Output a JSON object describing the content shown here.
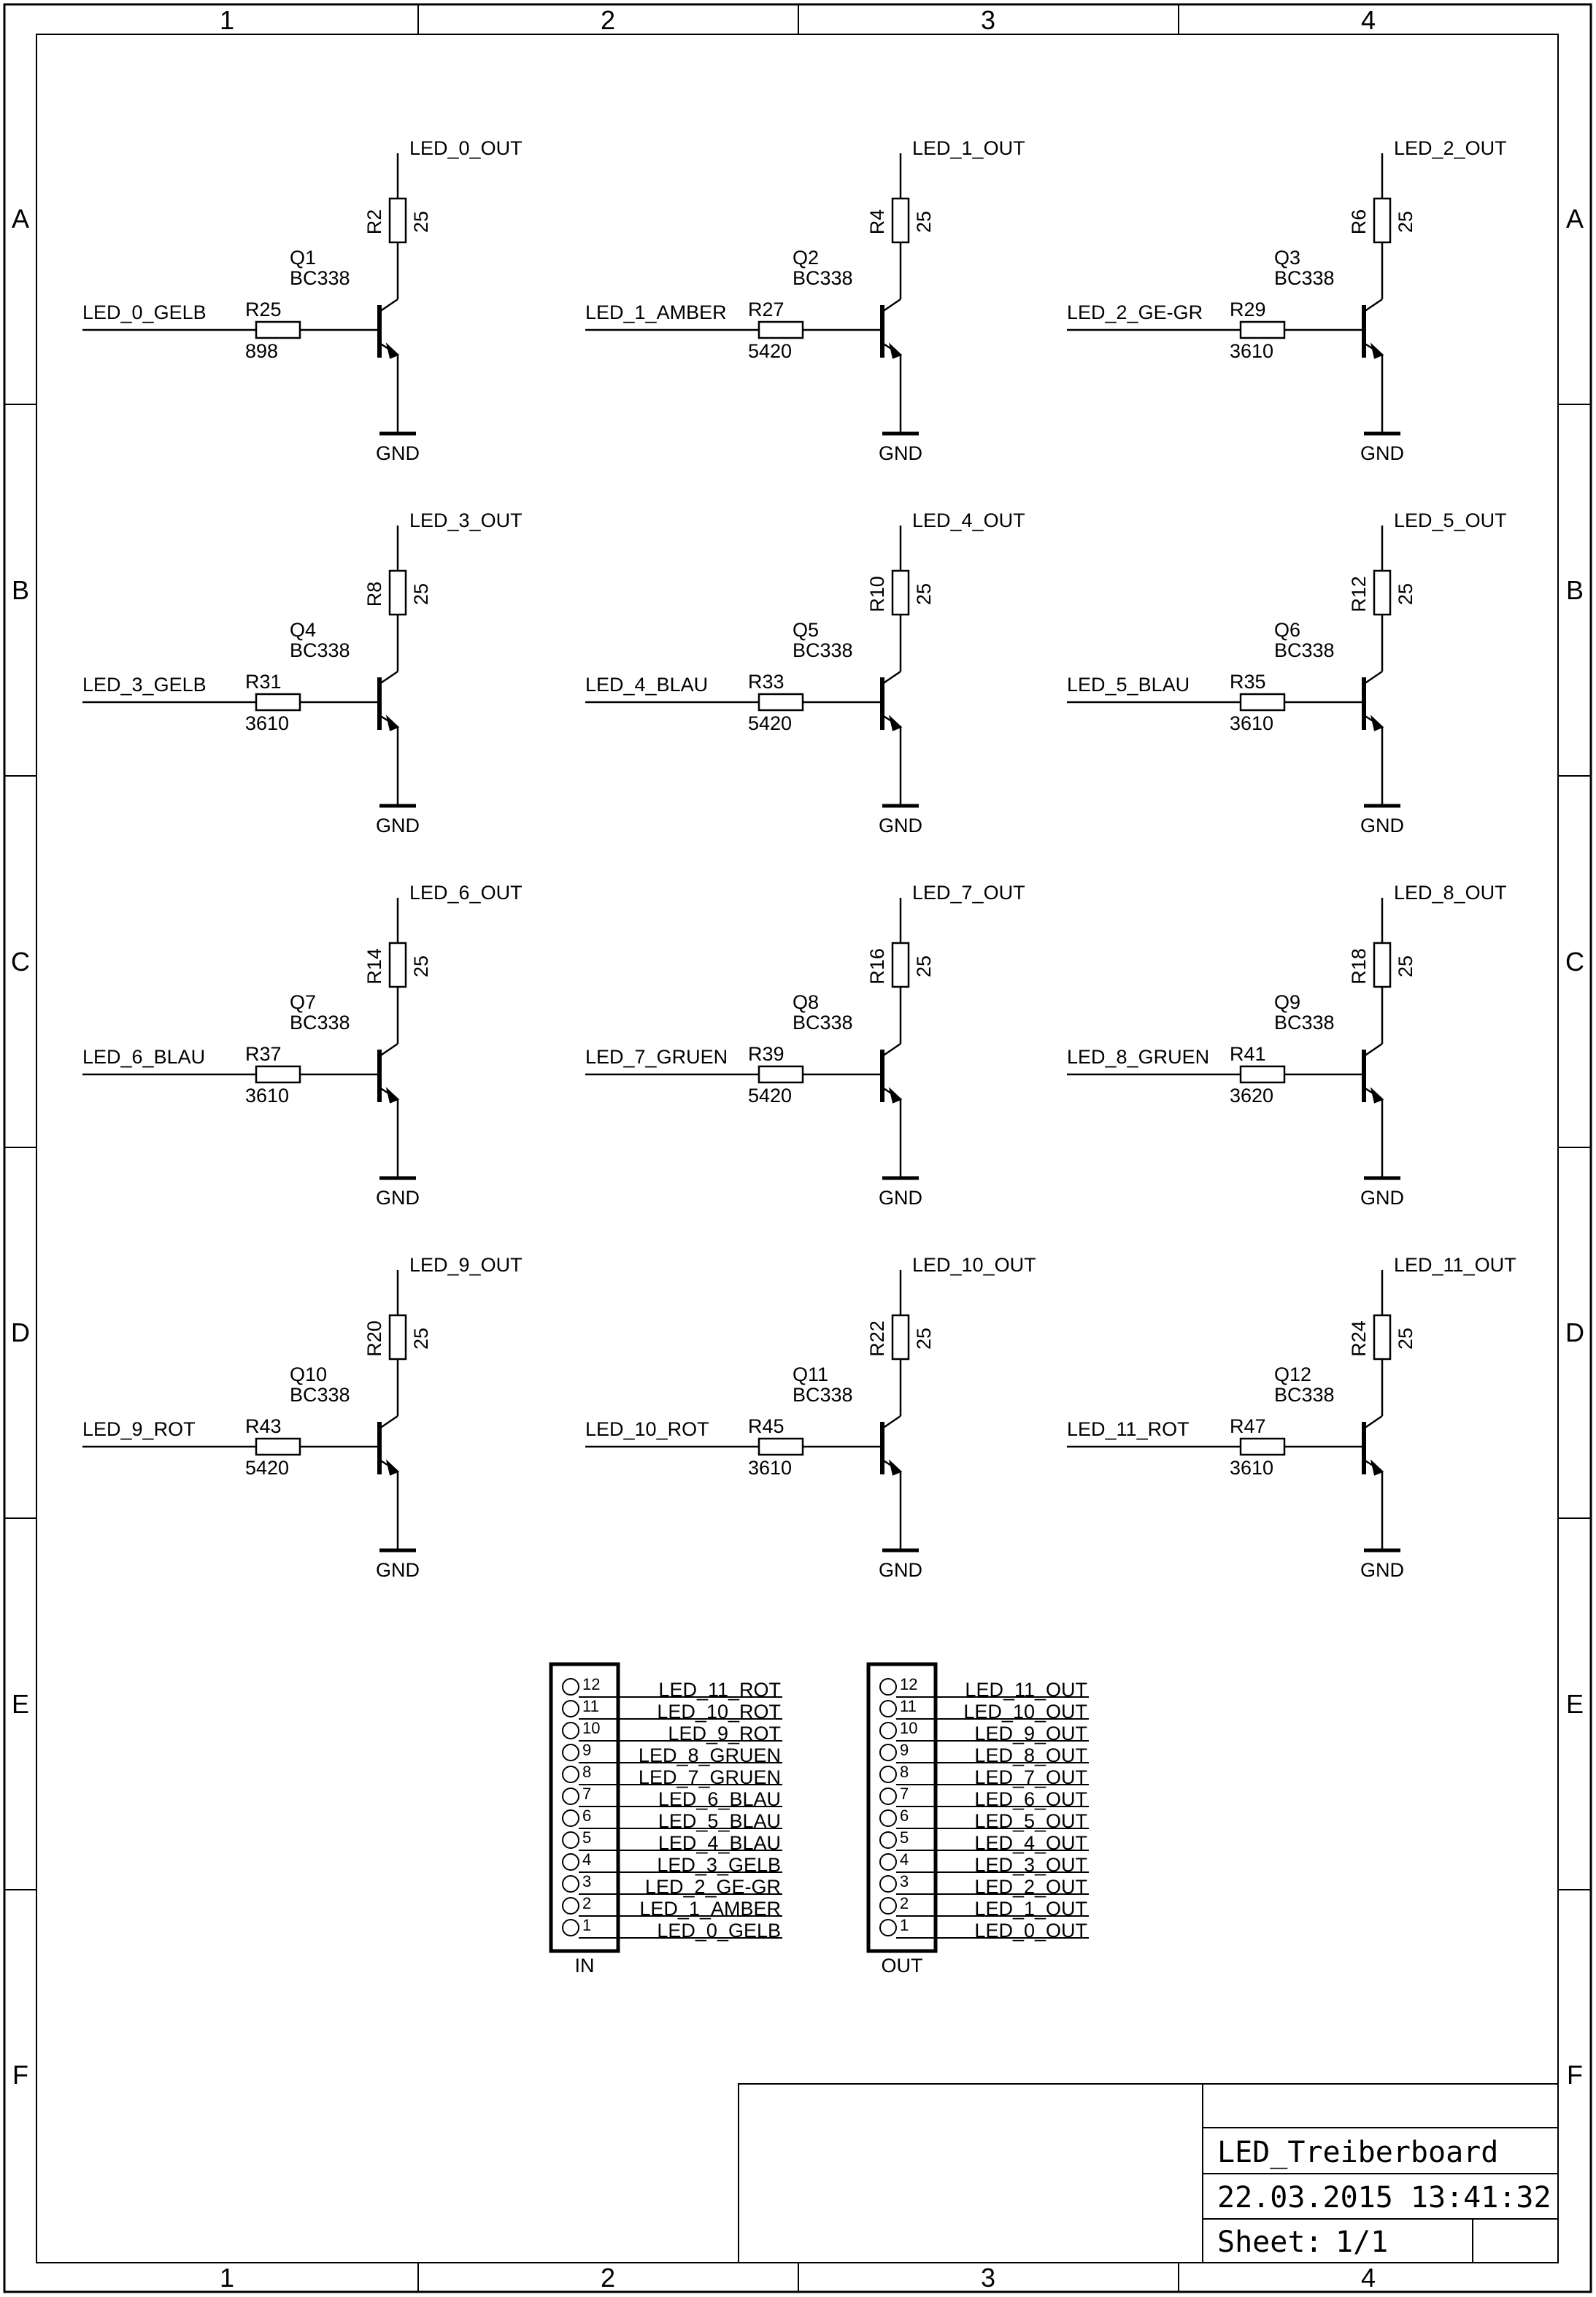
{
  "frame": {
    "columns": [
      "1",
      "2",
      "3",
      "4"
    ],
    "rows": [
      "A",
      "B",
      "C",
      "D",
      "E",
      "F"
    ]
  },
  "stages": [
    {
      "signal": "LED_0_GELB",
      "base_resistor": "R25",
      "base_value": "898",
      "transistor": "Q1",
      "transistor_type": "BC338",
      "collector_resistor": "R2",
      "collector_value": "25",
      "output": "LED_0_OUT",
      "ground": "GND"
    },
    {
      "signal": "LED_1_AMBER",
      "base_resistor": "R27",
      "base_value": "5420",
      "transistor": "Q2",
      "transistor_type": "BC338",
      "collector_resistor": "R4",
      "collector_value": "25",
      "output": "LED_1_OUT",
      "ground": "GND"
    },
    {
      "signal": "LED_2_GE-GR",
      "base_resistor": "R29",
      "base_value": "3610",
      "transistor": "Q3",
      "transistor_type": "BC338",
      "collector_resistor": "R6",
      "collector_value": "25",
      "output": "LED_2_OUT",
      "ground": "GND"
    },
    {
      "signal": "LED_3_GELB",
      "base_resistor": "R31",
      "base_value": "3610",
      "transistor": "Q4",
      "transistor_type": "BC338",
      "collector_resistor": "R8",
      "collector_value": "25",
      "output": "LED_3_OUT",
      "ground": "GND"
    },
    {
      "signal": "LED_4_BLAU",
      "base_resistor": "R33",
      "base_value": "5420",
      "transistor": "Q5",
      "transistor_type": "BC338",
      "collector_resistor": "R10",
      "collector_value": "25",
      "output": "LED_4_OUT",
      "ground": "GND"
    },
    {
      "signal": "LED_5_BLAU",
      "base_resistor": "R35",
      "base_value": "3610",
      "transistor": "Q6",
      "transistor_type": "BC338",
      "collector_resistor": "R12",
      "collector_value": "25",
      "output": "LED_5_OUT",
      "ground": "GND"
    },
    {
      "signal": "LED_6_BLAU",
      "base_resistor": "R37",
      "base_value": "3610",
      "transistor": "Q7",
      "transistor_type": "BC338",
      "collector_resistor": "R14",
      "collector_value": "25",
      "output": "LED_6_OUT",
      "ground": "GND"
    },
    {
      "signal": "LED_7_GRUEN",
      "base_resistor": "R39",
      "base_value": "5420",
      "transistor": "Q8",
      "transistor_type": "BC338",
      "collector_resistor": "R16",
      "collector_value": "25",
      "output": "LED_7_OUT",
      "ground": "GND"
    },
    {
      "signal": "LED_8_GRUEN",
      "base_resistor": "R41",
      "base_value": "3620",
      "transistor": "Q9",
      "transistor_type": "BC338",
      "collector_resistor": "R18",
      "collector_value": "25",
      "output": "LED_8_OUT",
      "ground": "GND"
    },
    {
      "signal": "LED_9_ROT",
      "base_resistor": "R43",
      "base_value": "5420",
      "transistor": "Q10",
      "transistor_type": "BC338",
      "collector_resistor": "R20",
      "collector_value": "25",
      "output": "LED_9_OUT",
      "ground": "GND"
    },
    {
      "signal": "LED_10_ROT",
      "base_resistor": "R45",
      "base_value": "3610",
      "transistor": "Q11",
      "transistor_type": "BC338",
      "collector_resistor": "R22",
      "collector_value": "25",
      "output": "LED_10_OUT",
      "ground": "GND"
    },
    {
      "signal": "LED_11_ROT",
      "base_resistor": "R47",
      "base_value": "3610",
      "transistor": "Q12",
      "transistor_type": "BC338",
      "collector_resistor": "R24",
      "collector_value": "25",
      "output": "LED_11_OUT",
      "ground": "GND"
    }
  ],
  "connectors": [
    {
      "name": "IN",
      "pins": [
        "12",
        "11",
        "10",
        "9",
        "8",
        "7",
        "6",
        "5",
        "4",
        "3",
        "2",
        "1"
      ],
      "nets": [
        "LED_11_ROT",
        "LED_10_ROT",
        "LED_9_ROT",
        "LED_8_GRUEN",
        "LED_7_GRUEN",
        "LED_6_BLAU",
        "LED_5_BLAU",
        "LED_4_BLAU",
        "LED_3_GELB",
        "LED_2_GE-GR",
        "LED_1_AMBER",
        "LED_0_GELB"
      ]
    },
    {
      "name": "OUT",
      "pins": [
        "12",
        "11",
        "10",
        "9",
        "8",
        "7",
        "6",
        "5",
        "4",
        "3",
        "2",
        "1"
      ],
      "nets": [
        "LED_11_OUT",
        "LED_10_OUT",
        "LED_9_OUT",
        "LED_8_OUT",
        "LED_7_OUT",
        "LED_6_OUT",
        "LED_5_OUT",
        "LED_4_OUT",
        "LED_3_OUT",
        "LED_2_OUT",
        "LED_1_OUT",
        "LED_0_OUT"
      ]
    }
  ],
  "title_block": {
    "title": "LED_Treiberboard",
    "date": "22.03.2015 13:41:32",
    "sheet_label": "Sheet:",
    "sheet_value": "1/1"
  }
}
